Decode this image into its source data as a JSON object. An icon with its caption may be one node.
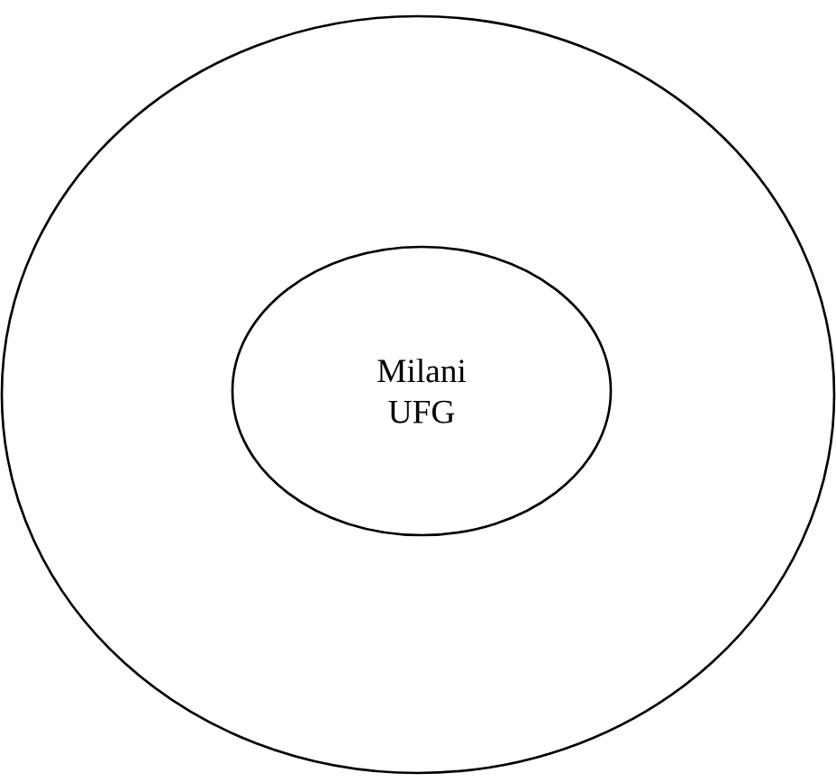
{
  "diagram": {
    "nodes": [
      {
        "text": [],
        "shape": "ellipse"
      },
      {
        "text": [
          "Milani UFG"
        ],
        "in": 0
      }
    ]
  }
}
